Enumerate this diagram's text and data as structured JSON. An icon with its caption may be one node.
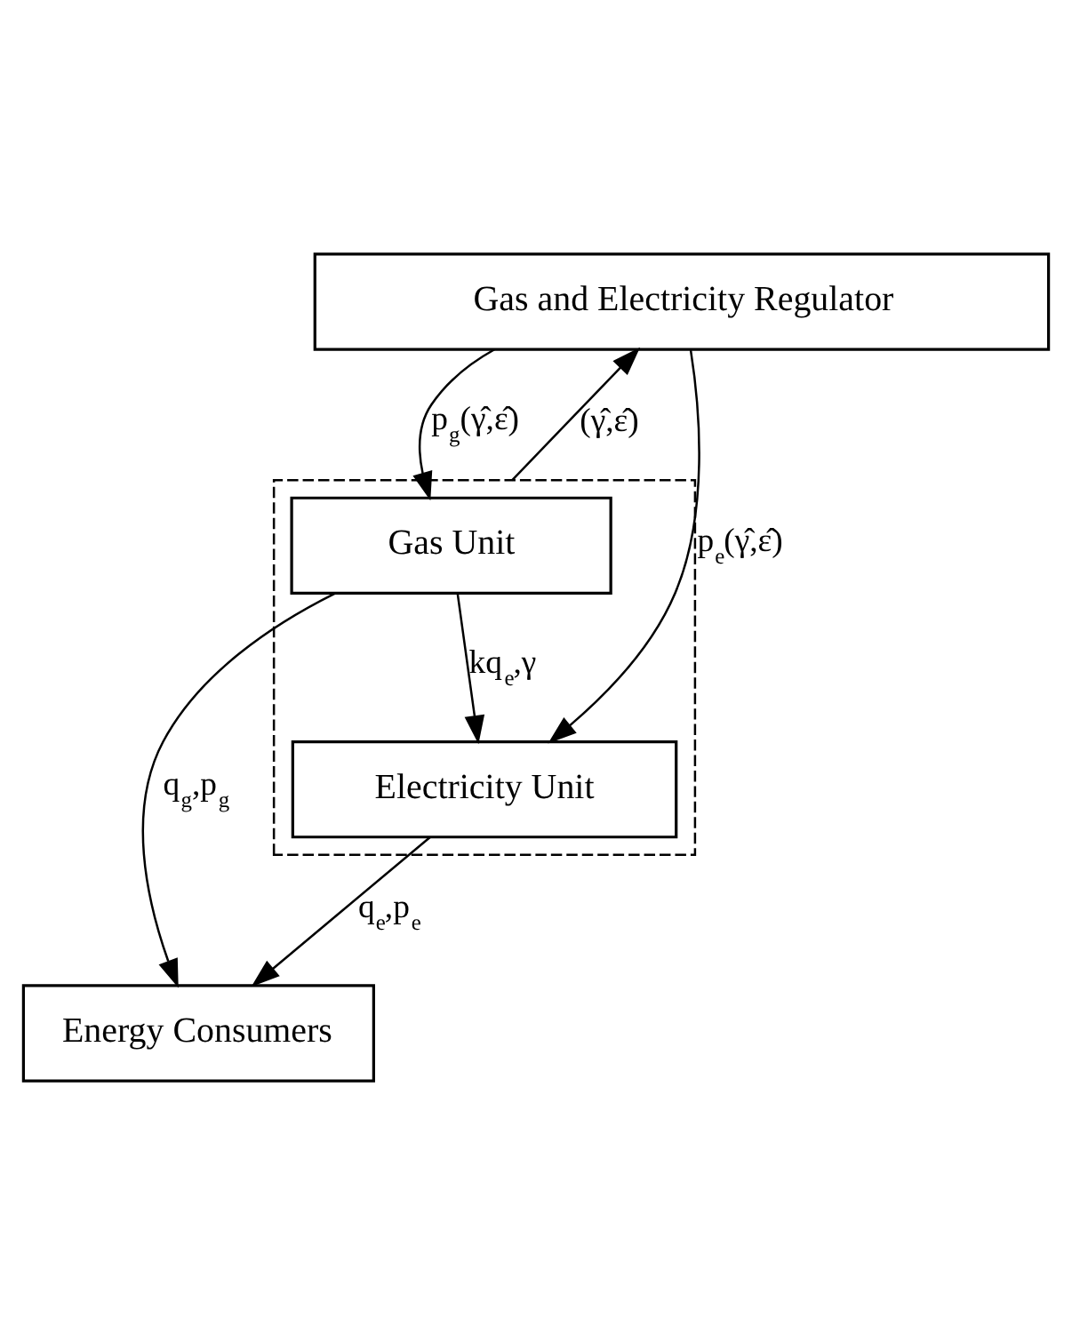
{
  "diagram": {
    "nodes": [
      {
        "text": [
          "Gas and Electricity Regulator"
        ]
      },
      {
        "text": [],
        "shape": "box"
      },
      {
        "text": [
          "Gas Unit"
        ],
        "in": 1
      },
      {
        "text": [
          "Electricity Unit"
        ],
        "in": 1
      },
      {
        "text": [
          "Energy Consumers"
        ]
      }
    ],
    "edges": [
      {
        "from": 0,
        "to": 2,
        "arrow": "to",
        "label": "p$_{g}$(γ̂,ε̂)"
      },
      {
        "from": 1,
        "to": 0,
        "arrow": "to",
        "label": "(γ̂,ε̂)"
      },
      {
        "from": 0,
        "to": 3,
        "arrow": "to",
        "label": "p$_{e}$(γ̂,ε̂)"
      },
      {
        "from": 2,
        "to": 3,
        "arrow": "to",
        "label": "kq$_{e}$,γ"
      },
      {
        "from": 2,
        "to": 4,
        "arrow": "to",
        "label": "q$_{g}$,p$_{g}$"
      },
      {
        "from": 3,
        "to": 4,
        "arrow": "to",
        "label": "q$_{e}$,p$_{e}$"
      }
    ]
  }
}
